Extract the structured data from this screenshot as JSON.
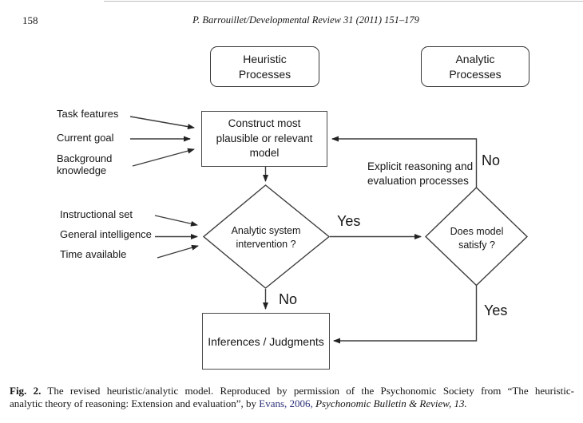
{
  "header": {
    "page_number": "158",
    "running_head": "P. Barrouillet/Developmental Review 31 (2011) 151–179"
  },
  "diagram": {
    "heuristic_box": "Heuristic\nProcesses",
    "analytic_box": "Analytic\nProcesses",
    "construct_box": "Construct most\nplausible or relevant\nmodel",
    "inferences_box": "Inferences / Judgments",
    "intervention_diamond": "Analytic system\nintervention ?",
    "satisfy_diamond": "Does model\nsatisfy ?",
    "construct_inputs": [
      "Task features",
      "Current goal",
      "Background\nknowledge"
    ],
    "intervention_inputs": [
      "Instructional set",
      "General intelligence",
      "Time available"
    ],
    "annotation": "Explicit reasoning and\nevaluation processes",
    "labels": {
      "yes_mid": "Yes",
      "no_top": "No",
      "no_bottom": "No",
      "yes_bottom": "Yes"
    }
  },
  "caption": {
    "fig_label": "Fig. 2.",
    "line1": "The revised heuristic/analytic model. Reproduced by permission of the Psychonomic Society from “The heuristic-",
    "line2_prefix": "analytic theory of reasoning: Extension and evaluation”, by",
    "citation_link": "Evans, 2006,",
    "journal": "Psychonomic Bulletin & Review, 13."
  },
  "colors": {
    "link": "#2b2f77",
    "line": "#3d3d3d",
    "text": "#111111",
    "background": "#ffffff"
  }
}
